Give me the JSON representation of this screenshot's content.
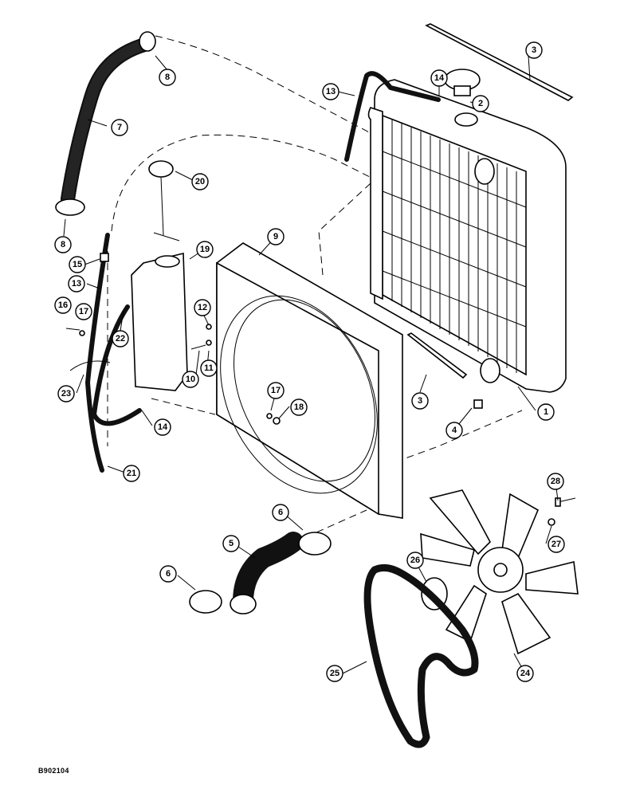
{
  "drawing_id": "B902104",
  "callouts": {
    "c1": "1",
    "c2": "2",
    "c3a": "3",
    "c3b": "3",
    "c4": "4",
    "c5": "5",
    "c6a": "6",
    "c6b": "6",
    "c7": "7",
    "c8a": "8",
    "c8b": "8",
    "c9": "9",
    "c10": "10",
    "c11": "11",
    "c12": "12",
    "c13a": "13",
    "c13b": "13",
    "c14a": "14",
    "c14b": "14",
    "c15": "15",
    "c16": "16",
    "c17a": "17",
    "c17b": "17",
    "c18": "18",
    "c19": "19",
    "c20": "20",
    "c21": "21",
    "c22": "22",
    "c23": "23",
    "c24": "24",
    "c25": "25",
    "c26": "26",
    "c27": "27",
    "c28": "28"
  }
}
